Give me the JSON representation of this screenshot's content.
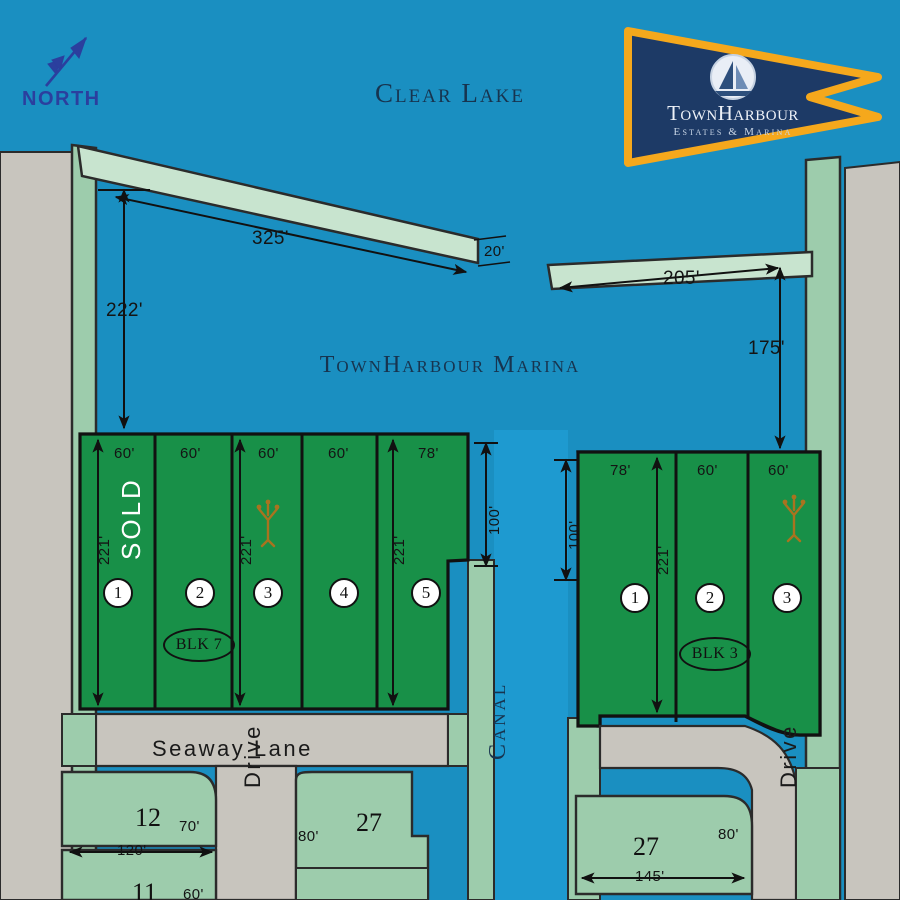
{
  "brand": {
    "name": "TownHarbour",
    "tagline": "Estates & Marina",
    "flag_fill": "#1d3a66",
    "flag_border": "#f5a81c",
    "emblem": "sailboat-icon"
  },
  "palette": {
    "water": "#1a8fc1",
    "canal": "#1e9ad0",
    "lot_green_dark": "#189048",
    "lot_green_light": "#9dccac",
    "land_grey": "#c8c5be",
    "road_grey": "#c8c5be",
    "ink": "#111111",
    "navy_text": "#17344f",
    "north_blue": "#2b3f9e",
    "sold_text": "#ffffff",
    "tree": "#a9731f"
  },
  "compass": {
    "label": "NORTH",
    "icon": "north-arrow-icon"
  },
  "water_labels": {
    "lake": "Clear Lake",
    "marina": "TownHarbour Marina",
    "canal": "Canal"
  },
  "streets": [
    {
      "name": "Seaway Lane",
      "orientation": "horizontal"
    },
    {
      "name": "Drive",
      "orientation": "vertical-left"
    },
    {
      "name": "Drive",
      "orientation": "vertical-right"
    }
  ],
  "marina_dimensions": [
    {
      "value": "325'",
      "name": "west-breakwater-length"
    },
    {
      "value": "20'",
      "name": "west-breakwater-width"
    },
    {
      "value": "222'",
      "name": "west-basin-depth"
    },
    {
      "value": "205'",
      "name": "east-breakwater-length"
    },
    {
      "value": "175'",
      "name": "east-basin-depth"
    },
    {
      "value": "100'",
      "name": "west-canal-frontage"
    },
    {
      "value": "100'",
      "name": "east-canal-frontage"
    }
  ],
  "blocks": [
    {
      "tag": "BLK 7",
      "side": "west",
      "lots": [
        {
          "number": "1",
          "frontage": "60'",
          "depth": "221'",
          "status": "SOLD",
          "tree": false
        },
        {
          "number": "2",
          "frontage": "60'",
          "depth": "",
          "status": "",
          "tree": false
        },
        {
          "number": "3",
          "frontage": "60'",
          "depth": "221'",
          "status": "",
          "tree": true
        },
        {
          "number": "4",
          "frontage": "60'",
          "depth": "",
          "status": "",
          "tree": false
        },
        {
          "number": "5",
          "frontage": "78'",
          "depth": "221'",
          "status": "",
          "tree": false
        }
      ]
    },
    {
      "tag": "BLK 3",
      "side": "east",
      "lots": [
        {
          "number": "1",
          "frontage": "78'",
          "depth": "221'",
          "status": "",
          "tree": false
        },
        {
          "number": "2",
          "frontage": "60'",
          "depth": "",
          "status": "",
          "tree": false
        },
        {
          "number": "3",
          "frontage": "60'",
          "depth": "",
          "status": "",
          "tree": true
        }
      ]
    }
  ],
  "south_parcels": [
    {
      "number": "12",
      "width": "120'",
      "side_depth": "70'",
      "position": "southwest"
    },
    {
      "number": "11",
      "width": "",
      "side_depth": "60'",
      "position": "southwest-lower"
    },
    {
      "number": "27",
      "width": "",
      "side_depth": "80'",
      "position": "south-center"
    },
    {
      "number": "27",
      "width": "145'",
      "side_depth": "80'",
      "position": "southeast"
    }
  ],
  "sold_label": "SOLD"
}
